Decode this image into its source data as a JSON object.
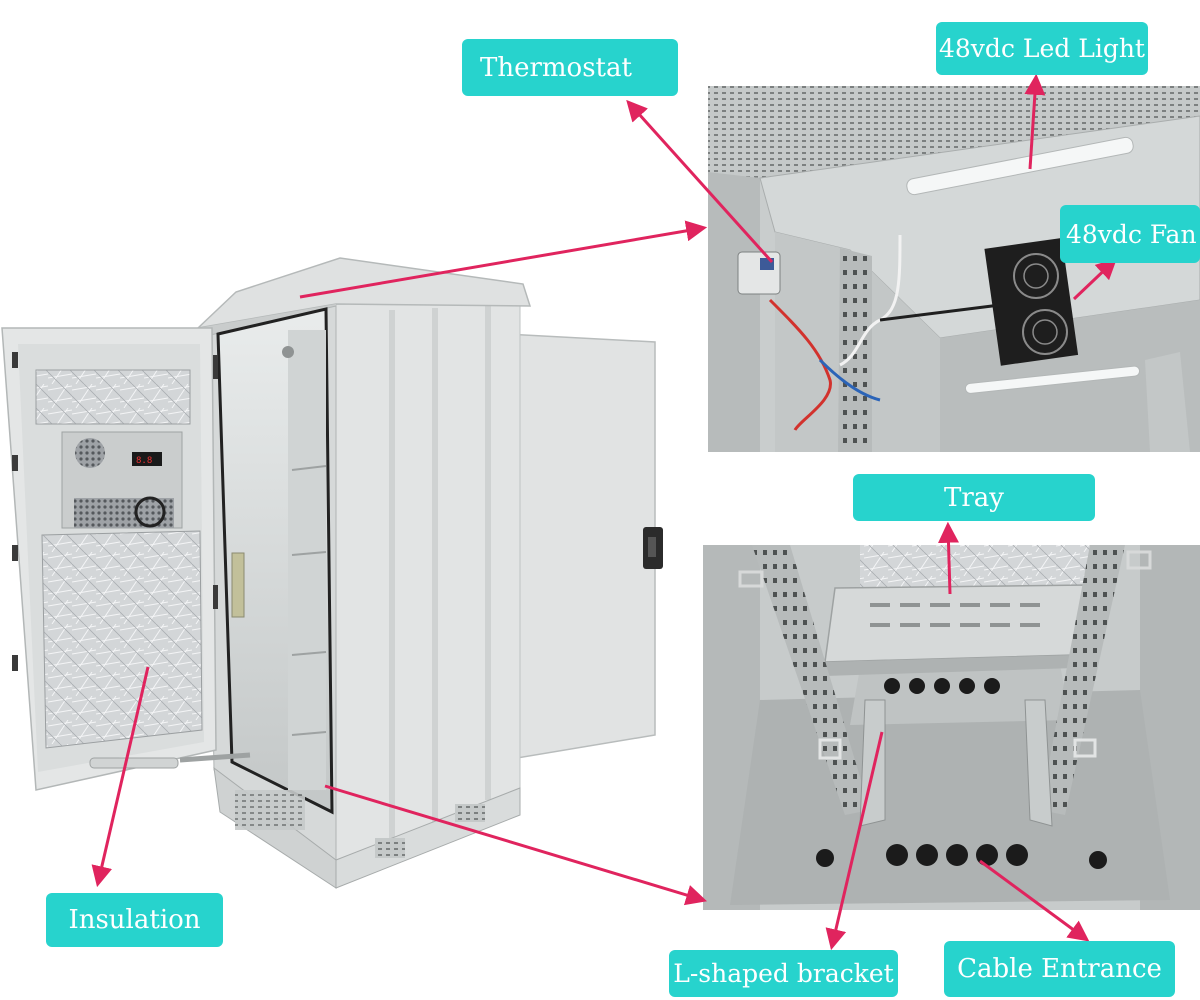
{
  "labels": {
    "thermostat": "Thermostat",
    "led_light": "48vdc Led Light",
    "fan": "48vdc Fan",
    "tray": "Tray",
    "insulation": "Insulation",
    "l_bracket": "L-shaped bracket",
    "cable_entrance": "Cable Entrance"
  },
  "colors": {
    "label_background": "#27d3cd",
    "label_text": "#ffffff",
    "arrow": "#e0245e",
    "cabinet_body": "#e4e6e6",
    "cabinet_shadow": "#c9cccc"
  }
}
